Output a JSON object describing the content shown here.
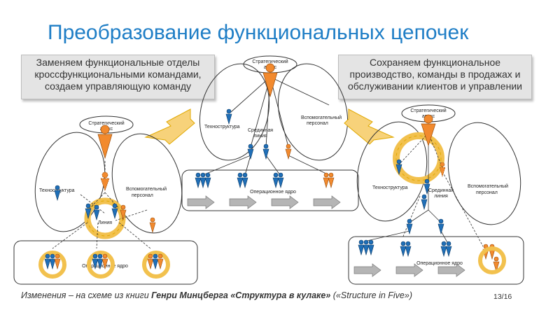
{
  "title": "Преобразование функциональных цепочек",
  "callout_left": {
    "lines": [
      "Заменяем функциональные отделы",
      "кроссфункциональными командами,",
      "создаем управляющую команду"
    ]
  },
  "callout_right": {
    "lines": [
      "Сохраняем функциональное",
      "производство, команды в продажах и",
      "обслуживании клиентов и управлении"
    ]
  },
  "diagram_center": {
    "apex": [
      "Стратегический",
      "апекс"
    ],
    "techno": "Техноструктура",
    "middle": [
      "Срединная",
      "линия"
    ],
    "support": [
      "Вспомогательный",
      "персонал"
    ],
    "core": "Операционное ядро"
  },
  "diagram_left": {
    "apex": [
      "Стратегический",
      "апекс"
    ],
    "techno": "Техноструктура",
    "middle": "Линия",
    "support": [
      "Вспомогательный",
      "персонал"
    ],
    "core": "Операционное ядро"
  },
  "diagram_right": {
    "apex": [
      "Стратегический",
      "апекс"
    ],
    "techno": "Техноструктура",
    "middle": [
      "Срединная",
      "линия"
    ],
    "support": [
      "Вспомогательный",
      "персонал"
    ],
    "core": "Операционное ядро"
  },
  "footer": {
    "prefix": "Изменения – на схеме из книги ",
    "book": "Генри Минцберга «Структура в кулаке»",
    "suffix": " («Structure in Five»)"
  },
  "page_number": "13/16",
  "colors": {
    "title": "#1f7ec6",
    "orange": "#f28a2e",
    "blue": "#1f6fb8",
    "yellow": "#f2c14e",
    "arrow_gray": "#aaaaaa"
  }
}
